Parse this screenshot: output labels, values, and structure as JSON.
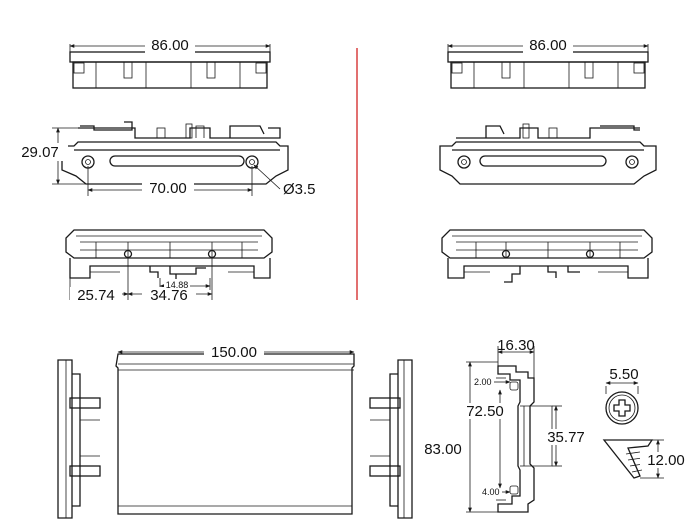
{
  "colors": {
    "line": "#1a1a1a",
    "separator": "#d94040",
    "background": "#ffffff"
  },
  "top_left_view": {
    "width_label": "86.00"
  },
  "top_right_view": {
    "width_label": "86.00"
  },
  "side_left_view": {
    "height_label": "29.07",
    "hole_spacing_label": "70.00",
    "hole_diameter_label": "Ø3.5"
  },
  "bottom_left_view": {
    "offset_label": "25.74",
    "spacing_label": "34.76",
    "small_label": "14.88"
  },
  "profile_view": {
    "length_label": "150.00"
  },
  "section_view": {
    "top_label": "16.30",
    "total_label": "83.00",
    "inner_label": "72.50",
    "center_label": "35.77",
    "top_gap_label": "2.00",
    "bottom_gap_label": "4.00"
  },
  "screw_head": {
    "diameter_label": "5.50"
  },
  "screw_body": {
    "length_label": "12.00"
  }
}
